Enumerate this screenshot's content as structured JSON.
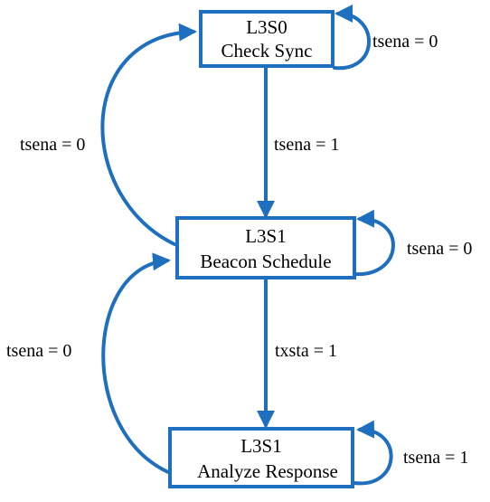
{
  "colors": {
    "line": "#1f6fbf",
    "text": "#000000",
    "background": "#ffffff"
  },
  "states": {
    "s0": {
      "id": "L3S0",
      "name": "Check Sync"
    },
    "s1": {
      "id": "L3S1",
      "name": "Beacon Schedule"
    },
    "s2": {
      "id": "L3S1",
      "name": "Analyze Response"
    }
  },
  "transitions": {
    "s0_self": "tsena = 0",
    "s0_to_s1": "tsena = 1",
    "s1_to_s0": "tsena = 0",
    "s1_self": "tsena = 0",
    "s1_to_s2": "txsta = 1",
    "s2_to_s1": "tsena = 0",
    "s2_self": "tsena = 1"
  }
}
